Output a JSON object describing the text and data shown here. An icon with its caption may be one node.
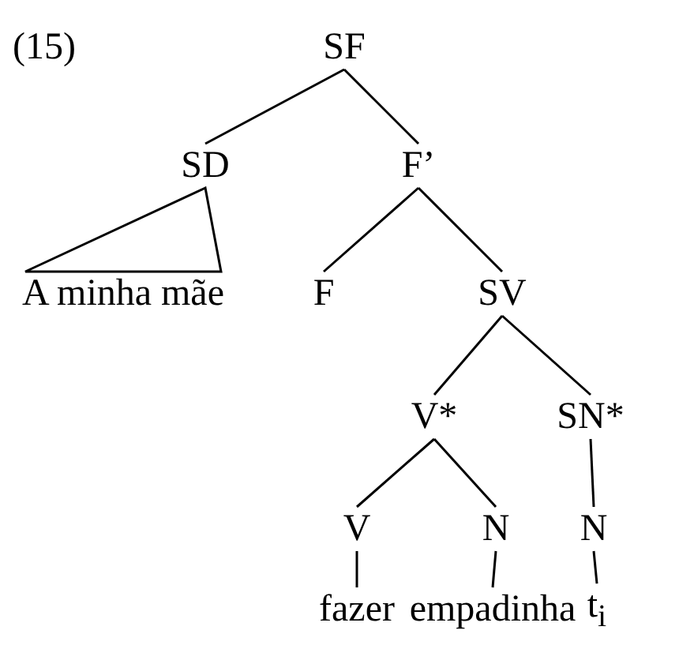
{
  "diagram": {
    "nodes": [
      {
        "text": [
          "SF"
        ]
      },
      {
        "text": [
          "SD"
        ]
      },
      {
        "text": [
          "F’"
        ]
      },
      {
        "text": [
          "A minha mãe"
        ]
      },
      {
        "text": [
          "F"
        ]
      },
      {
        "text": [
          "SV"
        ]
      },
      {
        "text": [
          "V*"
        ]
      },
      {
        "text": [
          "SN*"
        ]
      },
      {
        "text": [
          "V"
        ]
      },
      {
        "text": [
          "N"
        ]
      },
      {
        "text": [
          "N"
        ]
      },
      {
        "text": [
          "fazer"
        ]
      },
      {
        "text": [
          "empadinha"
        ]
      },
      {
        "text": [
          "t$_{i}$"
        ]
      }
    ],
    "edges": [
      {
        "from": 0,
        "to": 1,
        "arrow": "none"
      },
      {
        "from": 0,
        "to": 2,
        "arrow": "none"
      },
      {
        "from": 1,
        "to": 3,
        "arrow": "none"
      },
      {
        "from": 2,
        "to": 4,
        "arrow": "none"
      },
      {
        "from": 2,
        "to": 5,
        "arrow": "none"
      },
      {
        "from": 5,
        "to": 6,
        "arrow": "none"
      },
      {
        "from": 5,
        "to": 7,
        "arrow": "none"
      },
      {
        "from": 6,
        "to": 8,
        "arrow": "none"
      },
      {
        "from": 6,
        "to": 9,
        "arrow": "none"
      },
      {
        "from": 7,
        "to": 10,
        "arrow": "none"
      },
      {
        "from": 8,
        "to": 11,
        "arrow": "none"
      },
      {
        "from": 9,
        "to": 12,
        "arrow": "none"
      },
      {
        "from": 10,
        "to": 13,
        "arrow": "none"
      }
    ],
    "labels": [
      "(15)"
    ]
  }
}
